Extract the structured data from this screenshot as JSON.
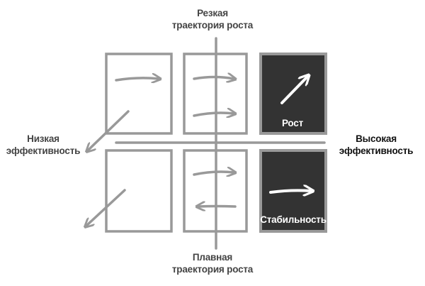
{
  "axes": {
    "top_label": [
      "Резкая",
      "траектория роста"
    ],
    "bottom_label": [
      "Плавная",
      "траектория роста"
    ],
    "left_label": [
      "Низкая",
      "эффективность"
    ],
    "right_label": [
      "Высокая",
      "эффективность"
    ]
  },
  "quadrants": {
    "growth_label": "Рост",
    "stability_label": "Стабильность"
  },
  "colors": {
    "outline_gray": "#999999",
    "dark_fill": "#333333",
    "text_dark": "#444444",
    "text_black": "#111111",
    "arrow_white": "#ffffff"
  }
}
